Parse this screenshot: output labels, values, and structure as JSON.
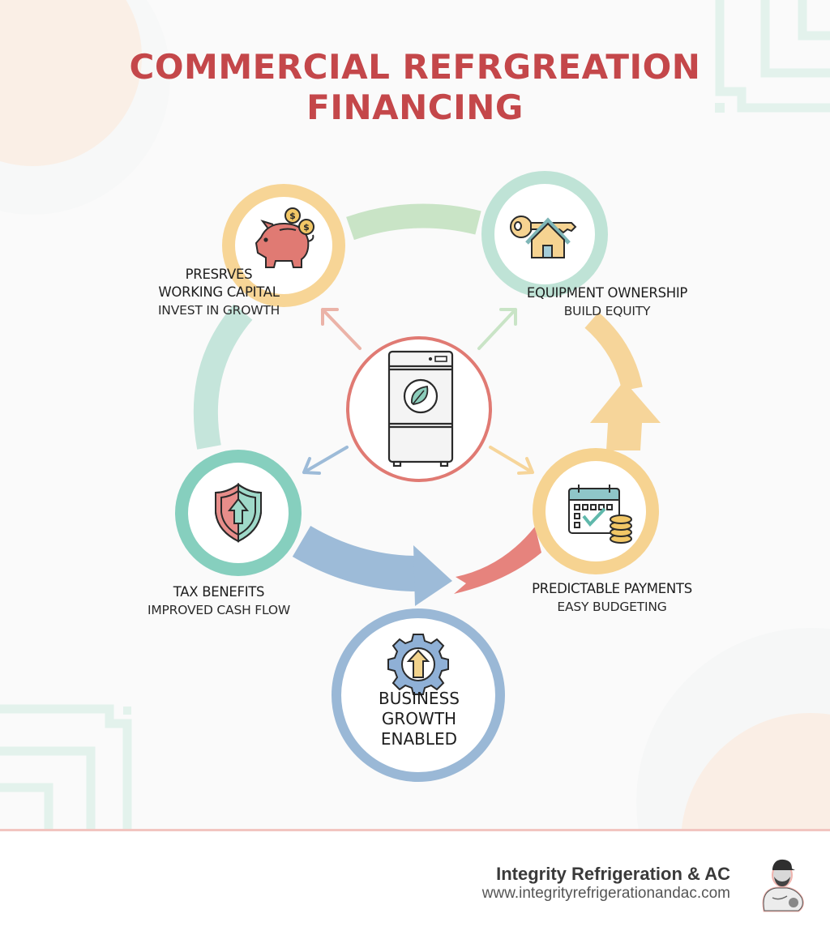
{
  "title": {
    "line1": "COMMERCIAL REFRGREATION",
    "line2": "FINANCING"
  },
  "center": {
    "icon": "refrigerator-with-leaf-icon",
    "ring_color": "#e07a73"
  },
  "nodes": [
    {
      "id": "working-capital",
      "title_line1": "PRESRVES",
      "title_line2": "WORKING CAPITAL",
      "subtitle": "INVEST IN GROWTH",
      "icon": "piggy-bank-with-coins-icon",
      "ring_color": "#f7d596"
    },
    {
      "id": "equipment-ownership",
      "title_line1": "EQUIPMENT OWNERSHIP",
      "subtitle": "BUILD EQUITY",
      "icon": "house-with-key-icon",
      "ring_color": "#bfe3d6"
    },
    {
      "id": "tax-benefits",
      "title_line1": "TAX BENEFITS",
      "subtitle": "IMPROVED CASH FLOW",
      "icon": "shield-up-arrow-icon",
      "ring_color": "#86cfbe"
    },
    {
      "id": "predictable-payments",
      "title_line1": "PREDICTABLE PAYMENTS",
      "subtitle": "EASY BUDGETING",
      "icon": "calendar-check-coins-icon",
      "ring_color": "#f6d391"
    }
  ],
  "outcome": {
    "line1": "BUSINESS",
    "line2": "GROWTH",
    "line3": "ENABLED",
    "icon": "gear-up-arrow-icon",
    "ring_color": "#9ab8d6"
  },
  "flow_colors": {
    "green": "#c9e4c6",
    "teal": "#bfe2d8",
    "orange": "#f6d59a",
    "blue": "#9dbbd8",
    "red": "#e6837d"
  },
  "footer": {
    "company": "Integrity Refrigeration & AC",
    "url": "www.integrityrefrigerationandac.com",
    "avatar_icon": "technician-avatar-icon"
  }
}
